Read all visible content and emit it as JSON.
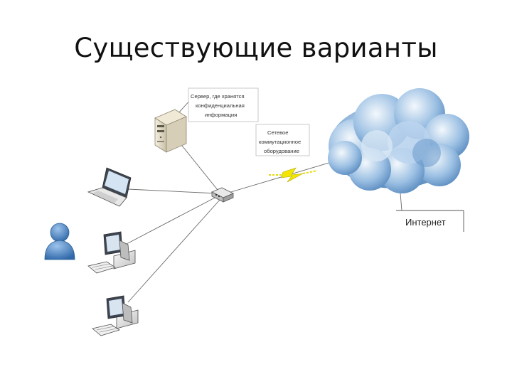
{
  "title": "Существующие варианты",
  "labels": {
    "server_line1": "Сервер, где хранятся",
    "server_line2": "конфиденциальная",
    "server_line3": "информация",
    "switch_line1": "Сетевое",
    "switch_line2": "коммутационное",
    "switch_line3": "оборудование",
    "internet": "Интернет"
  },
  "icons": {
    "user": "user-icon",
    "server": "server-icon",
    "laptop": "laptop-icon",
    "desktop": "desktop-icon",
    "switch": "network-switch-icon",
    "cloud": "cloud-icon",
    "lightning": "lightning-icon"
  },
  "colors": {
    "cloud_light": "#d7e8f6",
    "cloud_mid": "#8fb6dd",
    "cloud_dark": "#4d7fb5",
    "user": "#4f86c6",
    "lightning": "#f2e600",
    "connection_line": "#6a6a6a"
  }
}
